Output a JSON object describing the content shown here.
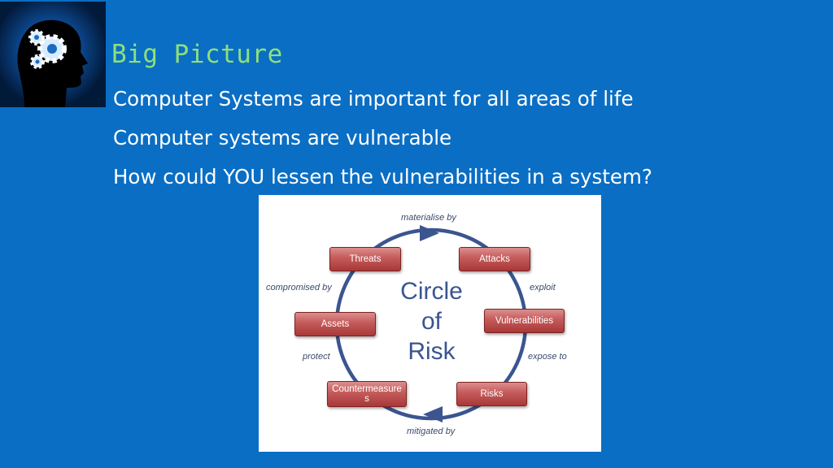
{
  "header": {
    "title": "Big Picture"
  },
  "bullets": [
    "Computer Systems are important for all areas of life",
    "Computer systems are vulnerable",
    "How could YOU lessen the vulnerabilities in a system?"
  ],
  "diagram": {
    "center_line1": "Circle",
    "center_line2": "of",
    "center_line3": "Risk",
    "nodes": {
      "threats": "Threats",
      "attacks": "Attacks",
      "vulnerabilities": "Vulnerabilities",
      "risks": "Risks",
      "countermeasures": "Countermeasure\ns",
      "assets": "Assets"
    },
    "edges": {
      "materialise_by": "materialise by",
      "exploit": "exploit",
      "expose_to": "expose to",
      "mitigated_by": "mitigated by",
      "protect": "protect",
      "compromised_by": "compromised by"
    },
    "colors": {
      "circle": "#3a5590",
      "node": "#c45a5a"
    }
  },
  "logo": {
    "icon": "head-with-gears-icon"
  }
}
